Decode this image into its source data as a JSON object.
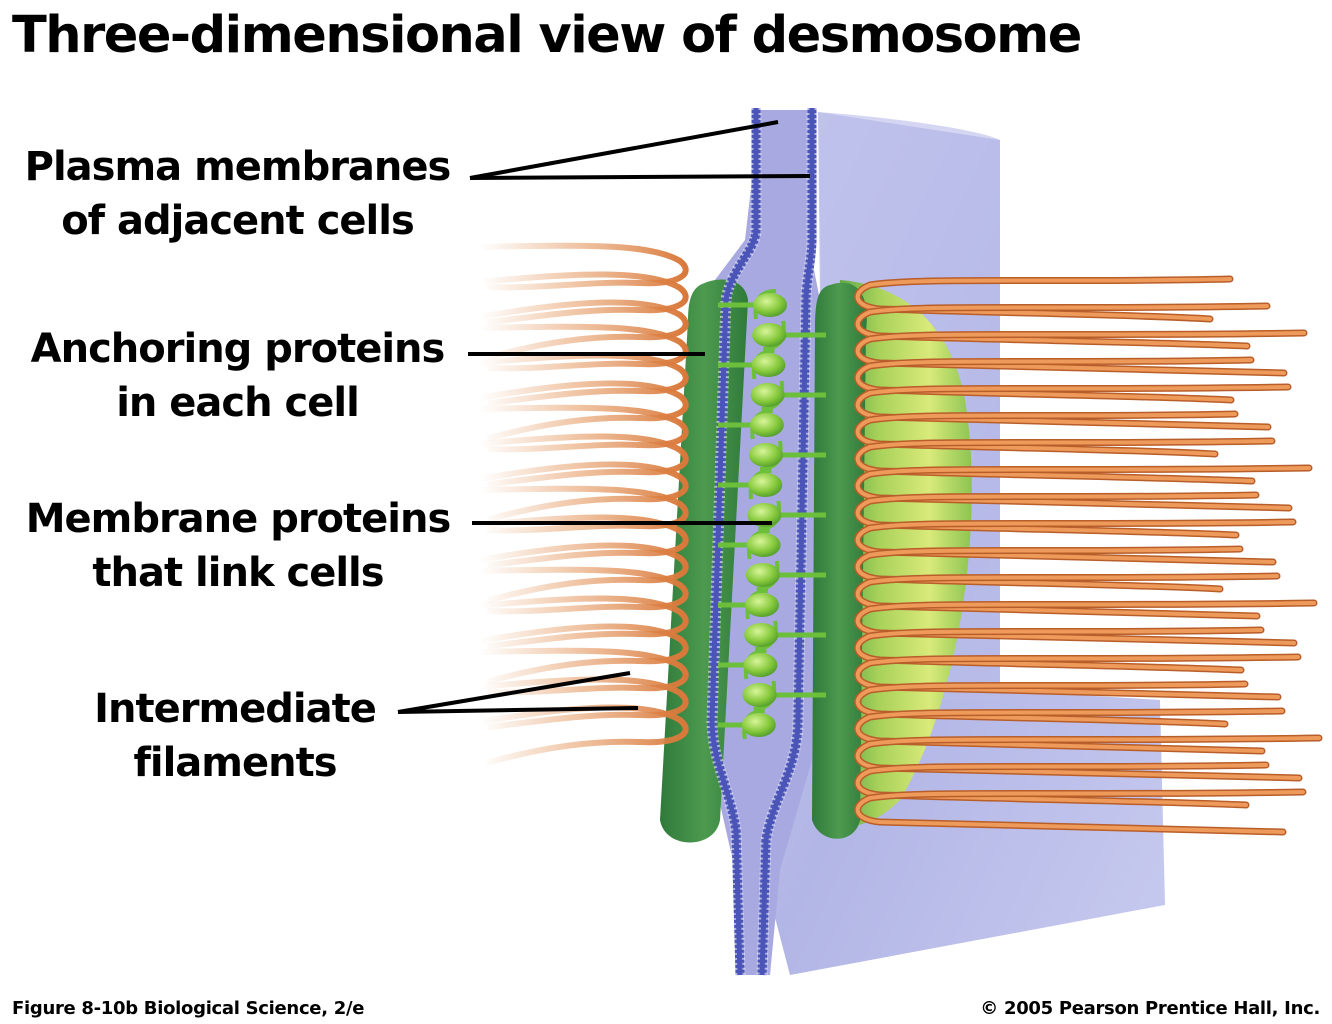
{
  "title": "Three-dimensional view of desmosome",
  "labels": [
    {
      "id": "plasma-membranes",
      "line1": "Plasma membranes",
      "line2": "of adjacent cells"
    },
    {
      "id": "anchoring-proteins",
      "line1": "Anchoring proteins",
      "line2": "in each cell"
    },
    {
      "id": "membrane-proteins",
      "line1": "Membrane proteins",
      "line2": "that link cells"
    },
    {
      "id": "intermediate-filaments",
      "line1": "Intermediate",
      "line2": "filaments"
    }
  ],
  "footer": {
    "figure": "Figure 8-10b   Biological Science, 2/e",
    "copyright": "© 2005 Pearson Prentice Hall, Inc."
  },
  "colors": {
    "membrane_sheet": "#b3b6e6",
    "membrane_edge": "#4b55b8",
    "anchoring_protein": "#3f8f4a",
    "plaque_light": "#b8dc6a",
    "linker_protein": "#7cc23a",
    "filament": "#e08a4a",
    "leader_line": "#000000"
  }
}
